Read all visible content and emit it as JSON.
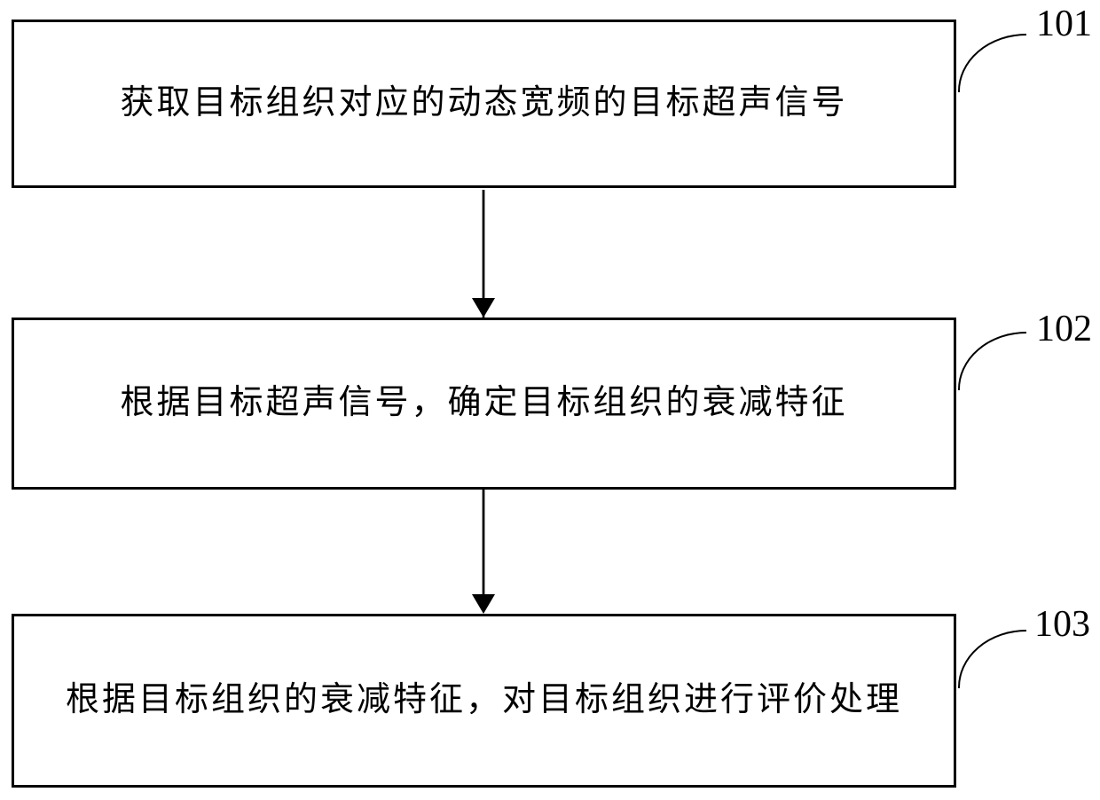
{
  "diagram": {
    "kind": "flowchart",
    "background_color": "#ffffff",
    "line_color": "#000000",
    "steps": [
      {
        "ref": "101",
        "text": "获取目标组织对应的动态宽频的目标超声信号"
      },
      {
        "ref": "102",
        "text": "根据目标超声信号，确定目标组织的衰减特征"
      },
      {
        "ref": "103",
        "text": "根据目标组织的衰减特征，对目标组织进行评价处理"
      }
    ],
    "connectors": [
      {
        "name": "arrow-step1-to-step2",
        "type": "down-arrow"
      },
      {
        "name": "arrow-step2-to-step3",
        "type": "down-arrow"
      }
    ]
  }
}
